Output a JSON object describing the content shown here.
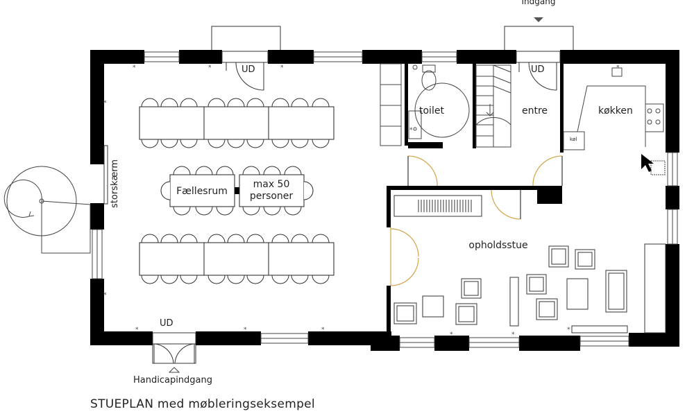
{
  "labels": {
    "indgang": "Indgang",
    "ud_top_left": "UD",
    "ud_top_right": "UD",
    "ud_bottom": "UD",
    "toilet": "toilet",
    "entre": "entre",
    "kokken": "køkken",
    "kol": "køl",
    "storskaerm": "storskærm",
    "faellesrum": "Fællesrum",
    "max_line1": "max 50",
    "max_line2": "personer",
    "opholdsstue": "opholdsstue",
    "handicapindgang": "Handicapindgang"
  },
  "caption": "STUEPLAN med møbleringseksempel",
  "colors": {
    "wall": "#000000",
    "line": "#333333",
    "door_arc": "#d4a24a",
    "arrow": "#555555"
  }
}
